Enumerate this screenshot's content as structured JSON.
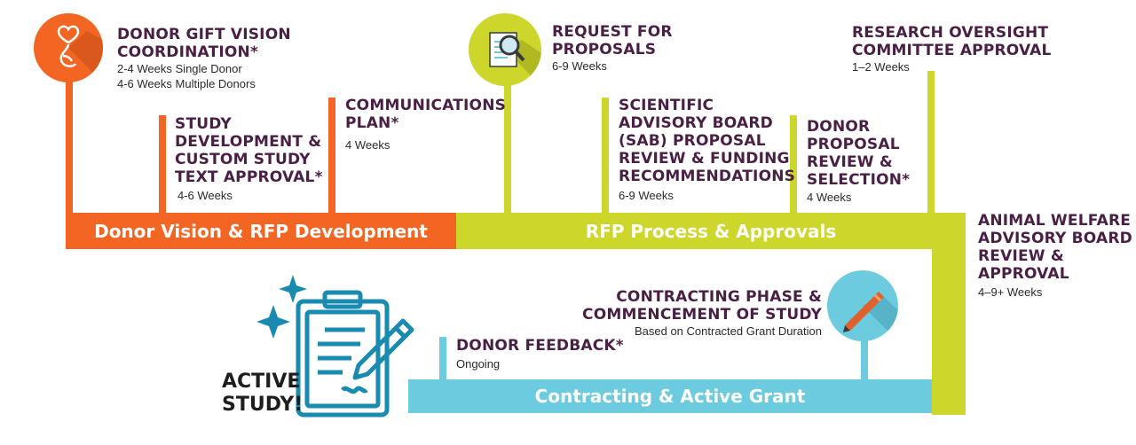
{
  "bands": {
    "band1": "Donor Vision & RFP Development",
    "band2": "RFP Process & Approvals",
    "band3": "Contracting & Active Grant"
  },
  "steps": {
    "donor_gift": {
      "title_l1": "DONOR GIFT VISION",
      "title_l2": "COORDINATION*",
      "sub_l1": "2-4 Weeks Single Donor",
      "sub_l2": "4-6 Weeks Multiple Donors"
    },
    "study_dev": {
      "l1": "STUDY",
      "l2": "DEVELOPMENT &",
      "l3": "CUSTOM STUDY",
      "l4": "TEXT APPROVAL*",
      "sub": "4-6 Weeks"
    },
    "comm_plan": {
      "l1": "COMMUNICATIONS",
      "l2": "PLAN*",
      "sub": "4 Weeks"
    },
    "rfp": {
      "l1": "REQUEST FOR",
      "l2": "PROPOSALS",
      "sub": "6-9 Weeks"
    },
    "sab": {
      "l1": "SCIENTIFIC",
      "l2": "ADVISORY BOARD",
      "l3": "(SAB) PROPOSAL",
      "l4": "REVIEW & FUNDING",
      "l5": "RECOMMENDATIONS",
      "sub": "6-9 Weeks"
    },
    "donor_review": {
      "l1": "DONOR",
      "l2": "PROPOSAL",
      "l3": "REVIEW &",
      "l4": "SELECTION*",
      "sub": "4 Weeks"
    },
    "research_oversight": {
      "l1": "RESEARCH OVERSIGHT",
      "l2": "COMMITTEE APPROVAL",
      "sub": "1–2 Weeks"
    },
    "animal_welfare": {
      "l1": "ANIMAL WELFARE",
      "l2": "ADVISORY BOARD",
      "l3": "REVIEW &",
      "l4": "APPROVAL",
      "sub": "4–9+ Weeks"
    },
    "contracting": {
      "l1": "CONTRACTING PHASE &",
      "l2": "COMMENCEMENT OF STUDY",
      "sub": "Based on Contracted Grant Duration"
    },
    "donor_feedback": {
      "l1": "DONOR FEEDBACK*",
      "sub": "Ongoing"
    }
  },
  "active": {
    "l1": "ACTIVE",
    "l2": "STUDY!"
  },
  "icons": [
    "heart-hand-icon",
    "magnifier-clipboard-icon",
    "pen-icon",
    "clipboard-pencil-icon",
    "sparkle-icon"
  ],
  "colors": {
    "orange": "#f26522",
    "green": "#cdd72b",
    "blue": "#6ccbdf",
    "title": "#4a1f45",
    "icon_blue": "#1a8bb0"
  }
}
